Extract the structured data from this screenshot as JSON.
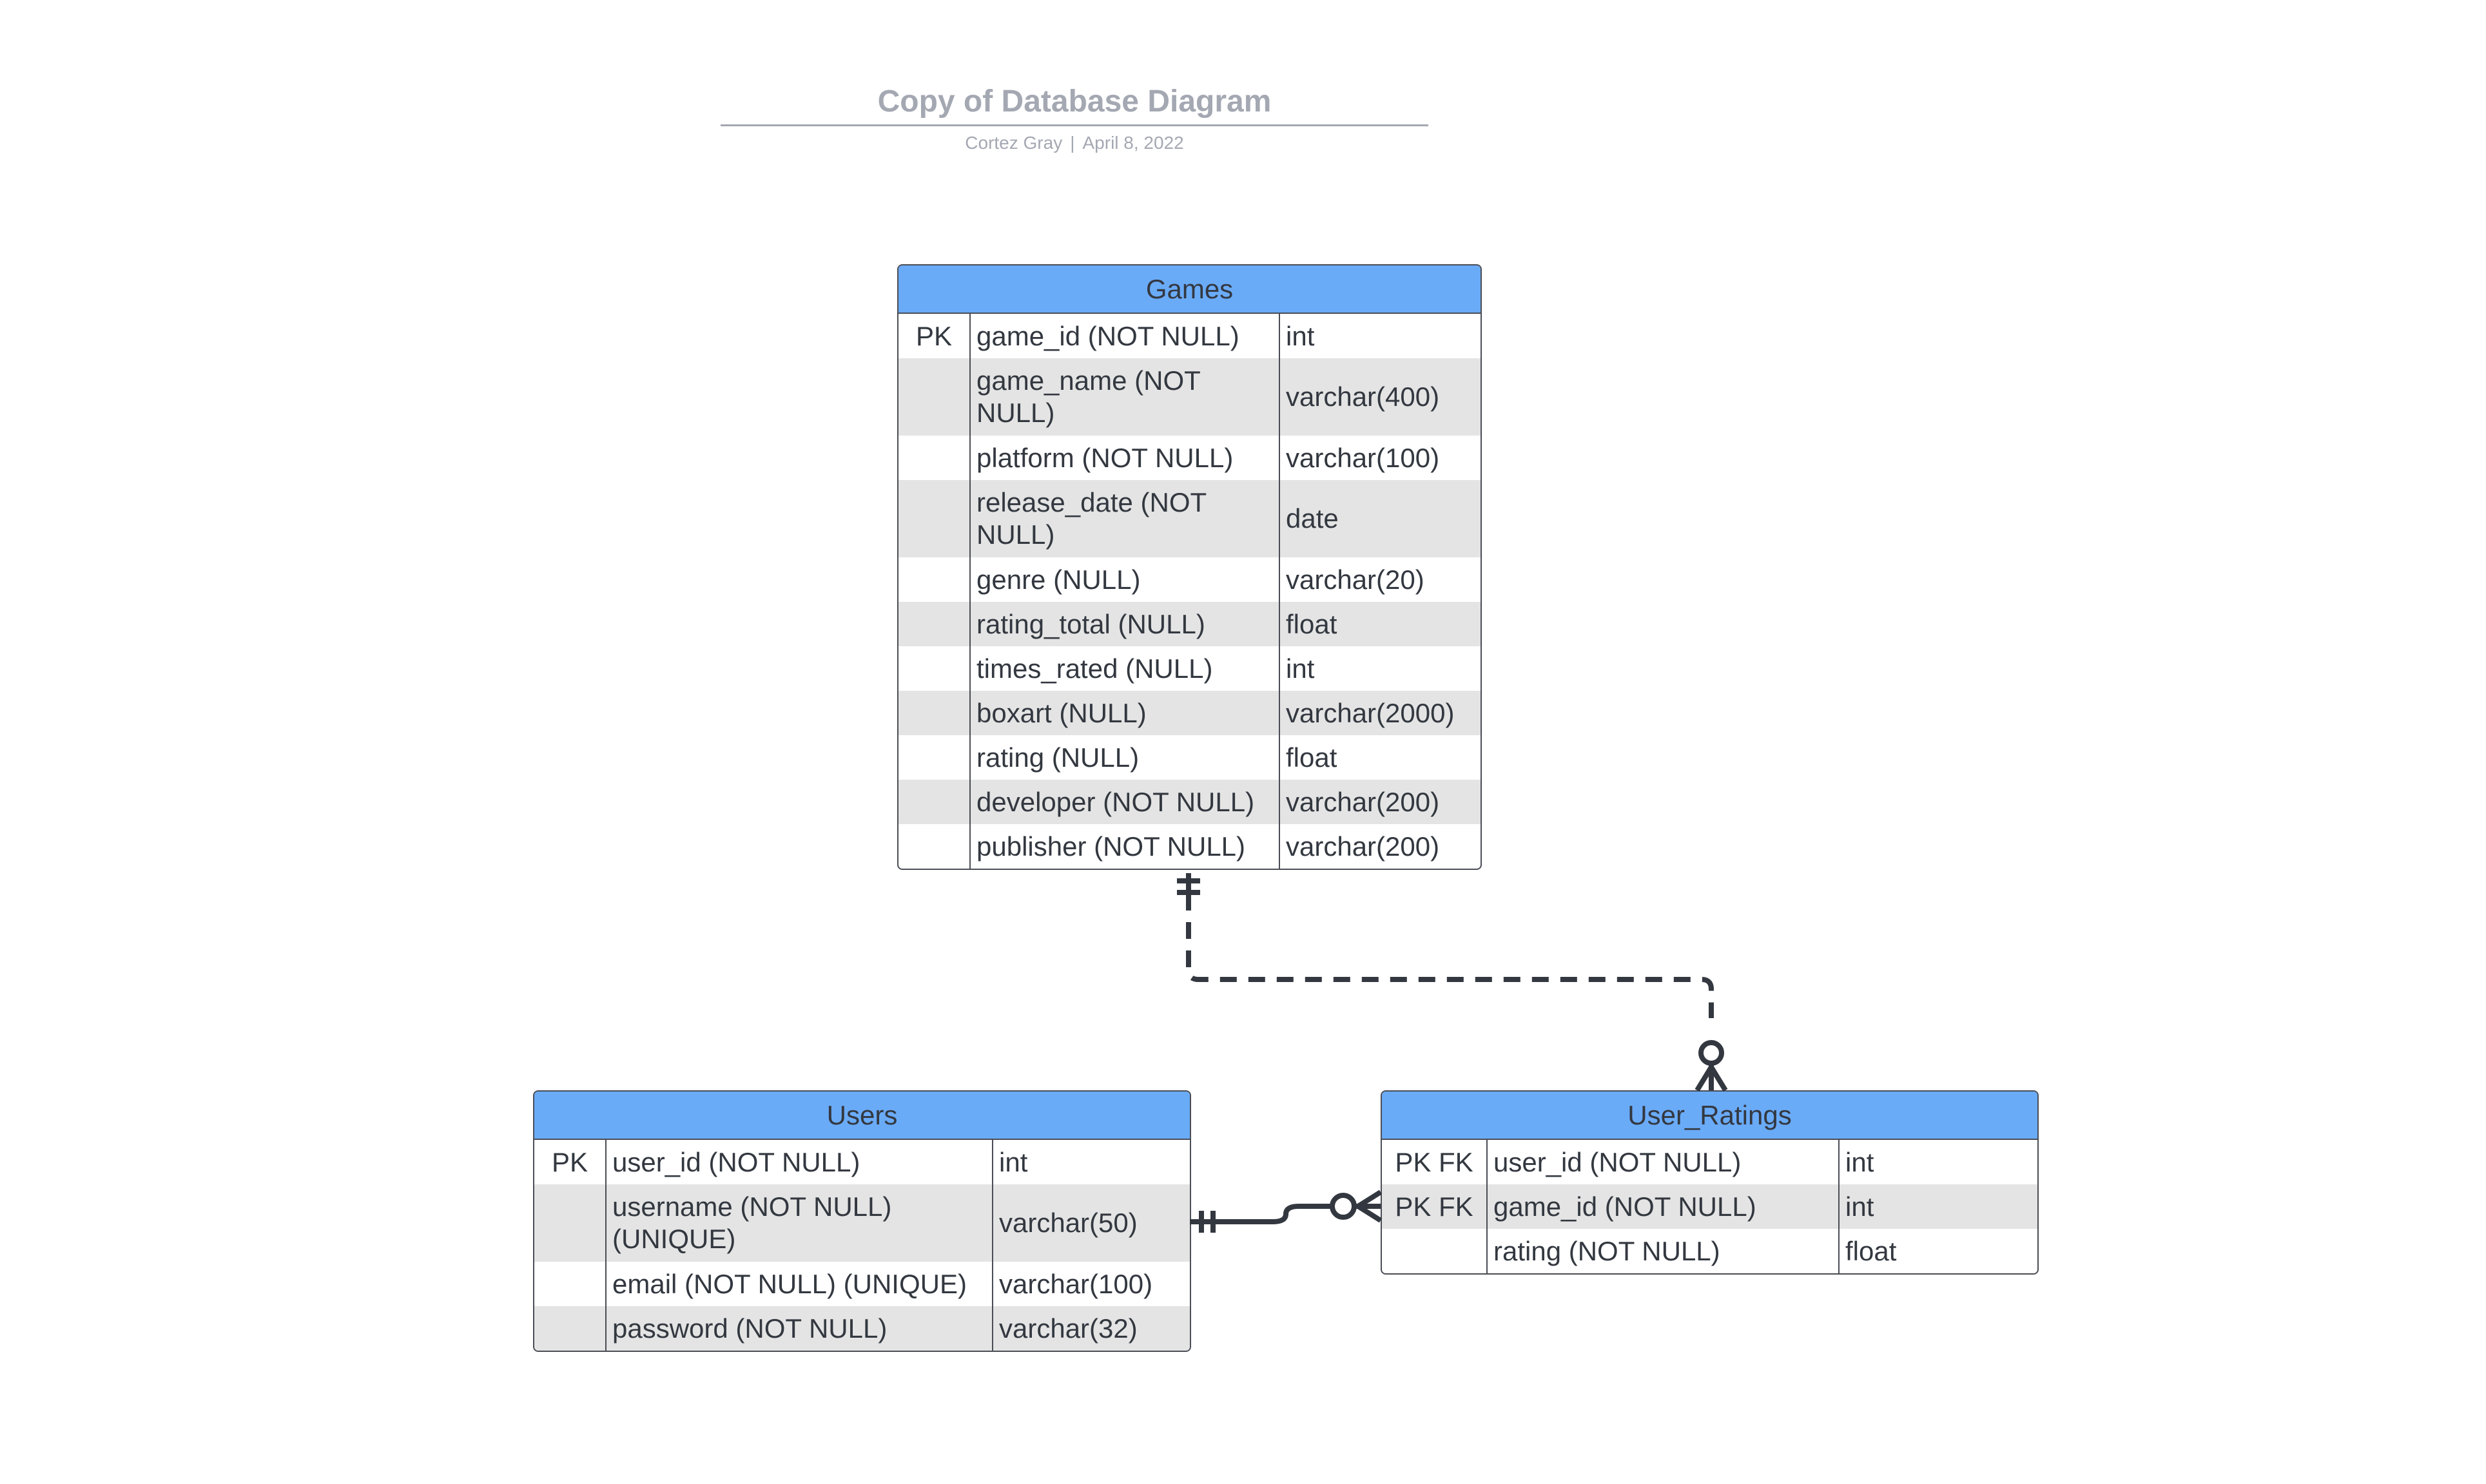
{
  "header": {
    "title": "Copy of Database Diagram",
    "author": "Cortez Gray",
    "separator": "|",
    "date": "April 8, 2022"
  },
  "colors": {
    "header_fill": "#6aabf8",
    "stripe": "#e4e4e4",
    "line": "#333840",
    "title": "#a4a8b2"
  },
  "entities": {
    "games": {
      "name": "Games",
      "rows": [
        {
          "key": "PK",
          "name": "game_id (NOT NULL)",
          "type": "int"
        },
        {
          "key": "",
          "name": "game_name (NOT NULL)",
          "type": "varchar(400)"
        },
        {
          "key": "",
          "name": "platform (NOT NULL)",
          "type": "varchar(100)"
        },
        {
          "key": "",
          "name": "release_date (NOT NULL)",
          "type": "date"
        },
        {
          "key": "",
          "name": "genre (NULL)",
          "type": "varchar(20)"
        },
        {
          "key": "",
          "name": "rating_total (NULL)",
          "type": "float"
        },
        {
          "key": "",
          "name": "times_rated (NULL)",
          "type": "int"
        },
        {
          "key": "",
          "name": "boxart (NULL)",
          "type": "varchar(2000)"
        },
        {
          "key": "",
          "name": "rating (NULL)",
          "type": "float"
        },
        {
          "key": "",
          "name": "developer (NOT NULL)",
          "type": "varchar(200)"
        },
        {
          "key": "",
          "name": "publisher (NOT NULL)",
          "type": "varchar(200)"
        }
      ]
    },
    "users": {
      "name": "Users",
      "rows": [
        {
          "key": "PK",
          "name": "user_id (NOT NULL)",
          "type": "int"
        },
        {
          "key": "",
          "name": "username (NOT NULL) (UNIQUE)",
          "type": "varchar(50)"
        },
        {
          "key": "",
          "name": "email (NOT NULL) (UNIQUE)",
          "type": "varchar(100)"
        },
        {
          "key": "",
          "name": "password (NOT NULL)",
          "type": "varchar(32)"
        }
      ]
    },
    "user_ratings": {
      "name": "User_Ratings",
      "rows": [
        {
          "key": "PK FK",
          "name": "user_id (NOT NULL)",
          "type": "int"
        },
        {
          "key": "PK FK",
          "name": "game_id (NOT NULL)",
          "type": "int"
        },
        {
          "key": "",
          "name": "rating (NOT NULL)",
          "type": "float"
        }
      ]
    }
  },
  "relationships": [
    {
      "from": "Games",
      "to": "User_Ratings",
      "from_cardinality": "one-and-only-one",
      "to_cardinality": "zero-or-many",
      "line_style": "dashed"
    },
    {
      "from": "Users",
      "to": "User_Ratings",
      "from_cardinality": "one-and-only-one",
      "to_cardinality": "zero-or-many",
      "line_style": "solid"
    }
  ]
}
